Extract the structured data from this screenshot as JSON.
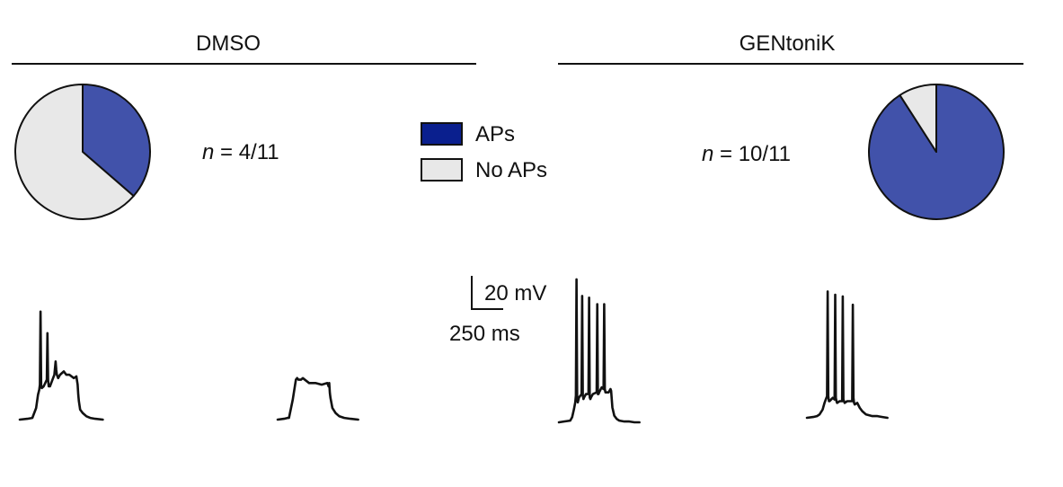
{
  "colors": {
    "aps": "#4152AA",
    "aps_legend": "#0A1F8E",
    "no_aps": "#E8E8E8",
    "stroke": "#111111"
  },
  "legend": {
    "aps_label": "APs",
    "no_aps_label": "No APs"
  },
  "scale_bar": {
    "voltage_label": "20 mV",
    "time_label": "250 ms"
  },
  "chart_data": [
    {
      "type": "pie",
      "title": "DMSO",
      "annotation": {
        "n_prefix": "n",
        "n_suffix": " = 4/11"
      },
      "slices": [
        {
          "label": "APs",
          "value": 4
        },
        {
          "label": "No APs",
          "value": 7
        }
      ]
    },
    {
      "type": "pie",
      "title": "GENtoniK",
      "annotation": {
        "n_prefix": "n",
        "n_suffix": " = 10/11"
      },
      "slices": [
        {
          "label": "APs",
          "value": 10
        },
        {
          "label": "No APs",
          "value": 1
        }
      ]
    },
    {
      "type": "line",
      "group": "DMSO",
      "x_unit": "ms",
      "y_unit": "mV (relative)",
      "traces": [
        {
          "x": [
            0,
            60,
            100,
            130,
            145,
            155,
            160,
            165,
            170,
            175,
            190,
            215,
            220,
            225,
            230,
            240,
            275,
            285,
            290,
            295,
            305,
            320,
            350,
            370,
            395,
            430,
            450,
            460,
            465,
            470,
            480,
            500,
            530,
            560,
            600,
            660
          ],
          "y": [
            0,
            0.5,
            1,
            7,
            15,
            18,
            21,
            65,
            21,
            19,
            20,
            24,
            52,
            24,
            20,
            20,
            27,
            35,
            30,
            27,
            25,
            27,
            29,
            27,
            27,
            25,
            26,
            21,
            15,
            11,
            6,
            4,
            2,
            1,
            0.5,
            0
          ]
        },
        {
          "x": [
            0,
            50,
            80,
            90,
            120,
            145,
            155,
            165,
            185,
            200,
            250,
            300,
            350,
            395,
            405,
            410,
            415,
            420,
            435,
            460,
            490,
            530,
            580,
            640
          ],
          "y": [
            0,
            0.5,
            1,
            1,
            12,
            24,
            25,
            24,
            24,
            25,
            22,
            22,
            21,
            22,
            20,
            22,
            16,
            13,
            7,
            4,
            2,
            1,
            0.5,
            0
          ]
        }
      ]
    },
    {
      "type": "line",
      "group": "GENtoniK",
      "x_unit": "ms",
      "y_unit": "mV (relative)",
      "traces": [
        {
          "x": [
            0,
            40,
            90,
            105,
            120,
            130,
            135,
            140,
            145,
            150,
            160,
            180,
            185,
            190,
            195,
            200,
            215,
            235,
            240,
            245,
            250,
            255,
            270,
            300,
            305,
            310,
            315,
            320,
            340,
            355,
            360,
            365,
            370,
            375,
            395,
            410,
            415,
            420,
            425,
            440,
            460,
            480,
            520,
            560,
            600,
            640
          ],
          "y": [
            0,
            0.5,
            1,
            3,
            8,
            12,
            16,
            86,
            16,
            12,
            15,
            17,
            76,
            16,
            14,
            15,
            17,
            17,
            75,
            15,
            14,
            15,
            17,
            18,
            71,
            17,
            17,
            18,
            21,
            20,
            71,
            20,
            18,
            18,
            18,
            20,
            19,
            14,
            9,
            4,
            2,
            1,
            0.5,
            0.5,
            0,
            0
          ]
        },
        {
          "x": [
            0,
            50,
            80,
            100,
            125,
            140,
            150,
            160,
            165,
            170,
            175,
            180,
            205,
            220,
            225,
            230,
            235,
            240,
            260,
            280,
            285,
            290,
            295,
            300,
            320,
            345,
            360,
            365,
            370,
            375,
            380,
            400,
            420,
            440,
            470,
            520,
            560,
            600,
            640
          ],
          "y": [
            0,
            0.5,
            1,
            2,
            5,
            9,
            11,
            13,
            76,
            13,
            10,
            10,
            12,
            11,
            74,
            12,
            10,
            9,
            10,
            10,
            73,
            11,
            10,
            9,
            10,
            10,
            10,
            68,
            12,
            9,
            8,
            9,
            6,
            4,
            2,
            1,
            1,
            0.5,
            0
          ]
        }
      ]
    }
  ]
}
